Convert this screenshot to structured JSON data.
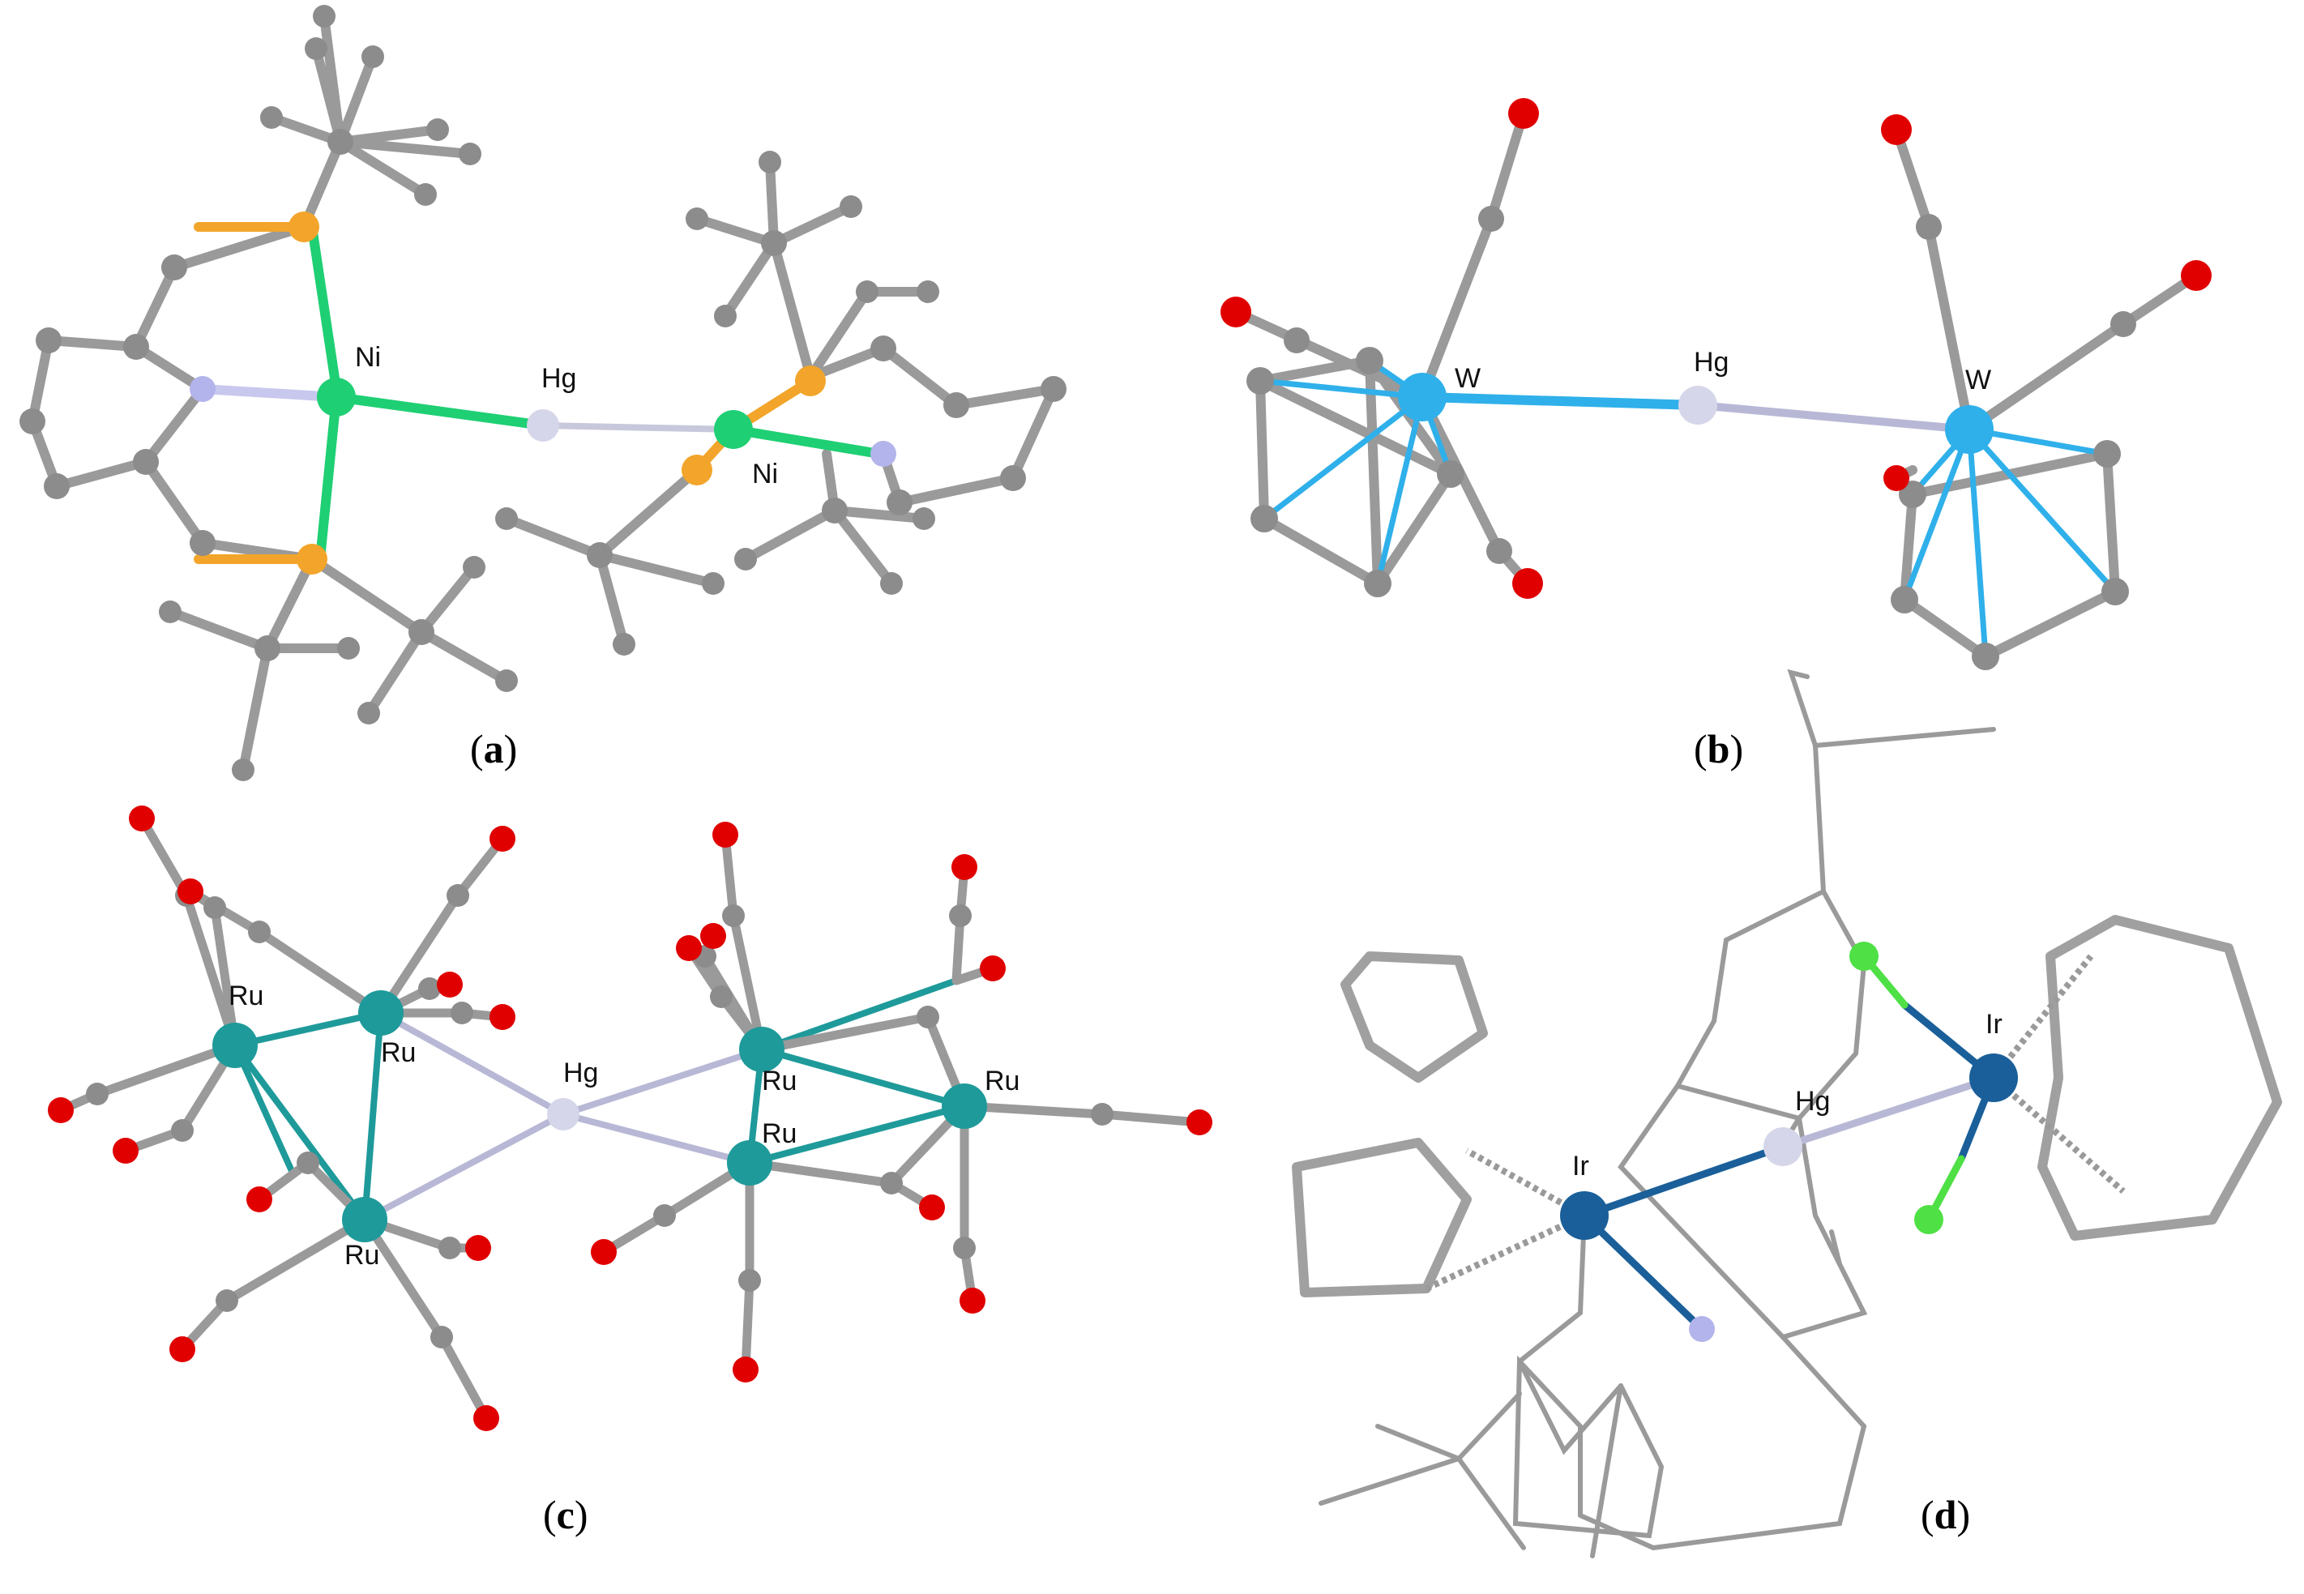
{
  "colors": {
    "carbon": "#8c8c8c",
    "bond": "#9a9a9a",
    "hg": "#d6d6ea",
    "ni": "#1fcf74",
    "p": "#f2a52a",
    "n": "#b4b4ec",
    "o": "#e00000",
    "w": "#2fb0ea",
    "ru": "#1f9a9a",
    "ir": "#1a5f99",
    "cl": "#4ee044"
  },
  "panels": {
    "a": {
      "caption_letter": "a",
      "labels": {
        "ni1": "Ni",
        "hg": "Hg",
        "ni2": "Ni"
      }
    },
    "b": {
      "caption_letter": "b",
      "labels": {
        "w1": "W",
        "hg": "Hg",
        "w2": "W"
      }
    },
    "c": {
      "caption_letter": "c",
      "labels": {
        "ru1": "Ru",
        "ru2": "Ru",
        "ru3": "Ru",
        "hg": "Hg",
        "ru4": "Ru",
        "ru5": "Ru",
        "ru6": "Ru"
      }
    },
    "d": {
      "caption_letter": "d",
      "labels": {
        "ir1": "Ir",
        "hg": "Hg",
        "ir2": "Ir"
      }
    }
  }
}
